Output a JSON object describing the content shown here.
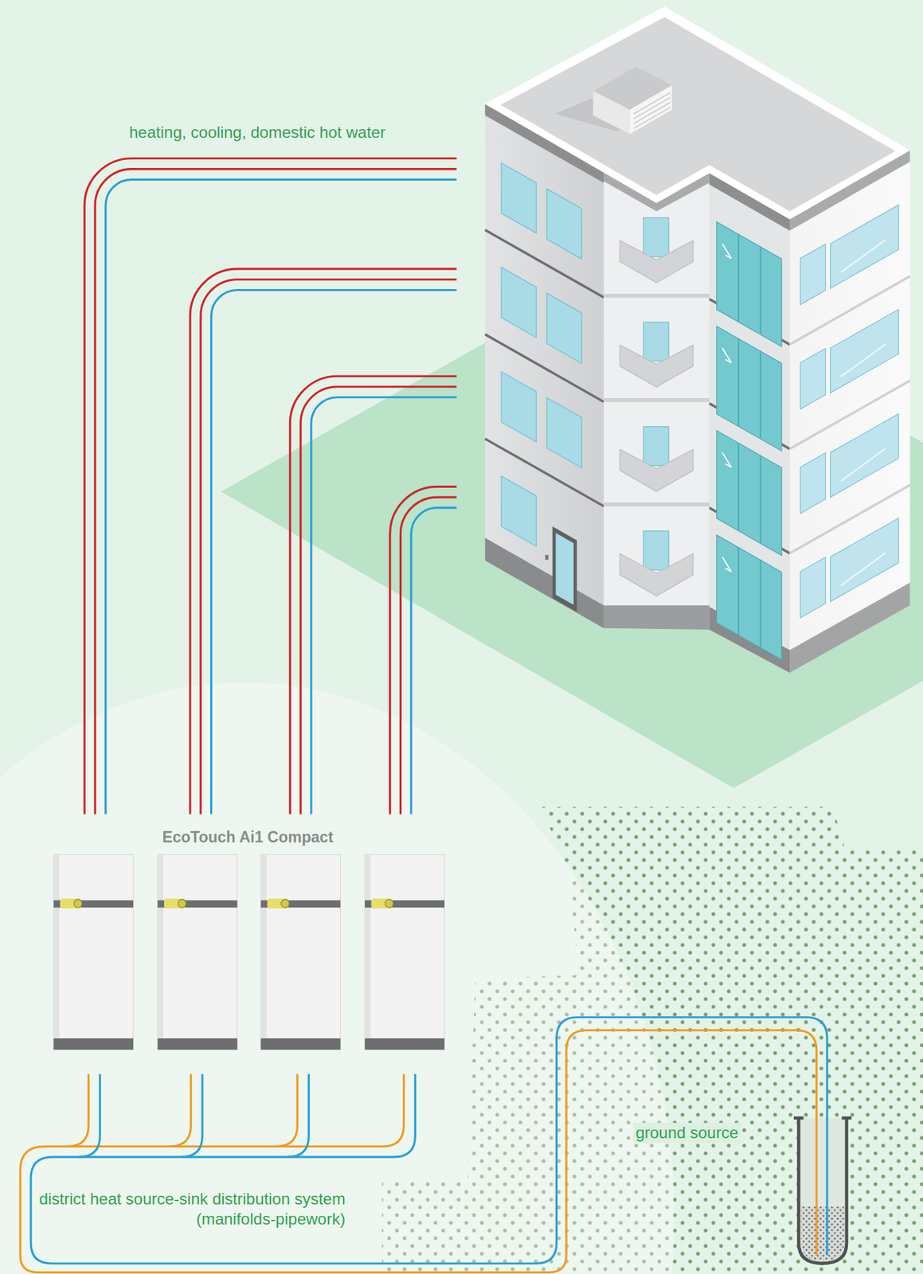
{
  "diagram": {
    "labels": [
      "heating, cooling, domestic hot water",
      "EcoTouch Ai1 Compact",
      "ground source",
      "district heat source-sink distribution system (manifolds-pipework)"
    ]
  }
}
